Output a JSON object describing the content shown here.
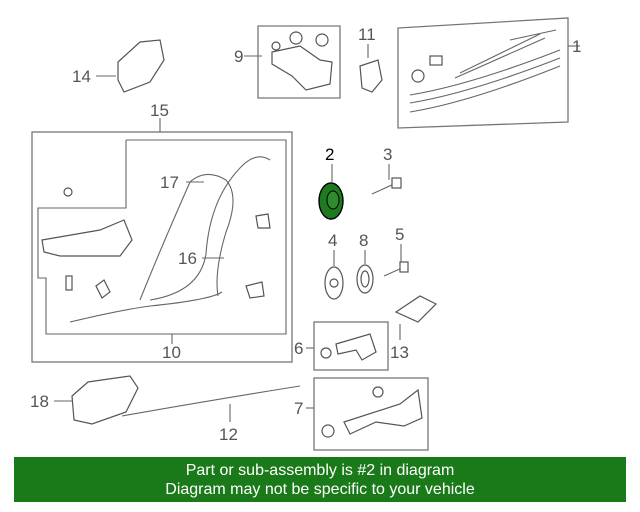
{
  "diagram": {
    "highlight_color": "#1e7a1e",
    "callouts": [
      "1",
      "2",
      "3",
      "4",
      "5",
      "6",
      "7",
      "8",
      "9",
      "10",
      "11",
      "12",
      "13",
      "14",
      "15",
      "16",
      "17",
      "18"
    ],
    "highlighted_part": "2"
  },
  "banner": {
    "line1": "Part or sub-assembly is #2 in diagram",
    "line2": "Diagram may not be specific to your vehicle",
    "background": "#1a7a1a"
  }
}
